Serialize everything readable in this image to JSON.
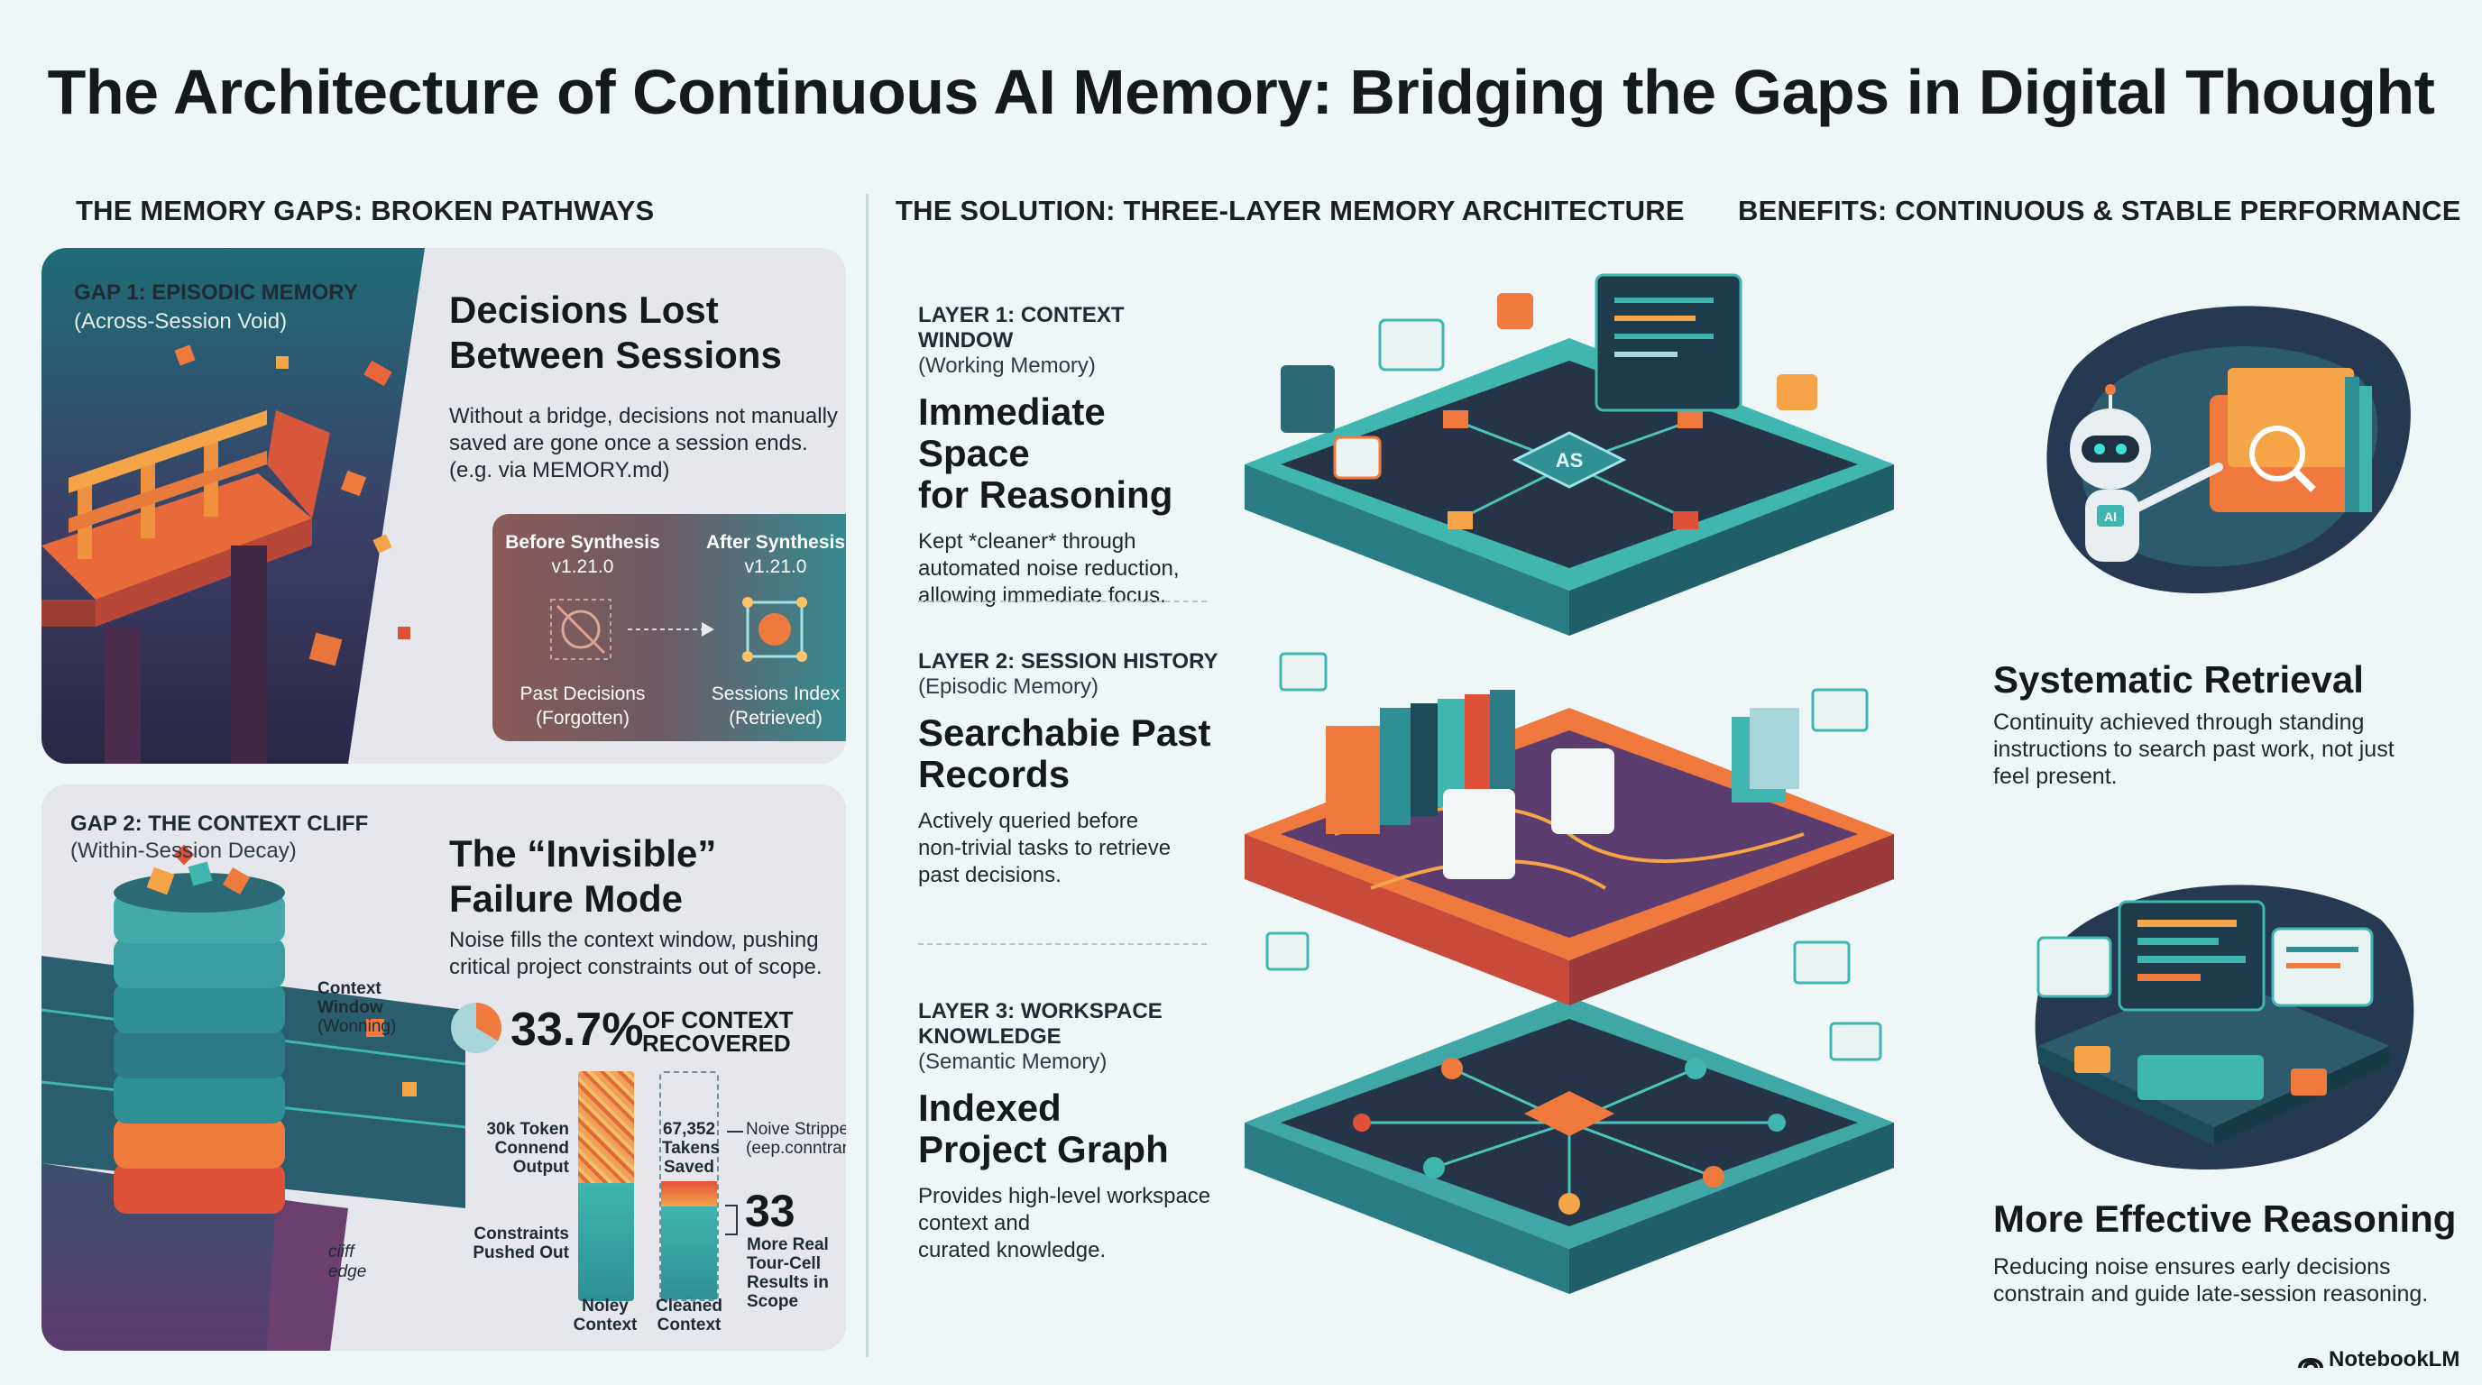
{
  "title": "The Architecture of Continuous AI Memory: Bridging the Gaps in Digital Thought",
  "sections": {
    "gaps": "THE MEMORY GAPS: BROKEN PATHWAYS",
    "solution": "THE SOLUTION: THREE-LAYER MEMORY ARCHITECTURE",
    "benefits": "BENEFITS: CONTINUOUS & STABLE PERFORMANCE"
  },
  "gap1": {
    "label": "GAP 1: EPISODIC MEMORY",
    "sub": "(Across-Session Void)",
    "title_l1": "Decisions Lost",
    "title_l2": "Between Sessions",
    "body_l1": "Without a bridge, decisions not manually",
    "body_l2": "saved are gone once a session ends.",
    "body_l3": "(e.g. via MEMORY.md)",
    "before_title": "Before Synthesis",
    "before_version": "v1.21.0",
    "before_caption_l1": "Past Decisions",
    "before_caption_l2": "(Forgotten)",
    "after_title": "After Synthesis",
    "after_version": "v1.21.0",
    "after_caption_l1": "Sessions Index",
    "after_caption_l2": "(Retrieved)"
  },
  "gap2": {
    "label": "GAP 2: THE CONTEXT CLIFF",
    "sub": "(Within-Session Decay)",
    "title_l1": "The “Invisible”",
    "title_l2": "Failure Mode",
    "body_l1": "Noise fills the context window, pushing",
    "body_l2": "critical project constraints out of scope.",
    "stack_label_l1": "Context",
    "stack_label_l2": "Window",
    "stack_label_l3": "(Wonning)",
    "cliff_label_l1": "ciiff",
    "cliff_label_l2": "edge",
    "stat_value": "33.7%",
    "stat_label_l1": "OF CONTEXT",
    "stat_label_l2": "RECOVERED",
    "stat_fraction": 0.337,
    "noisy_top_l1": "30k Token",
    "noisy_top_l2": "Connend",
    "noisy_top_l3": "Output",
    "noisy_bottom_l1": "Constraints",
    "noisy_bottom_l2": "Pushed Out",
    "saved_l1": "67,352",
    "saved_l2": "Takens",
    "saved_l3": "Saved",
    "stripped_l1": "Noive Stripped",
    "stripped_l2": "(eep.conntrands)",
    "more_value": "33",
    "more_l1": "More Real",
    "more_l2": "Tour-Cell",
    "more_l3": "Results in Scope",
    "bar1_l1": "Noley",
    "bar1_l2": "Context",
    "bar2_l1": "Cleaned",
    "bar2_l2": "Context"
  },
  "layers": [
    {
      "label": "LAYER 1: CONTEXT WINDOW",
      "sub": "(Working Memory)",
      "title_l1": "Immediate Space",
      "title_l2": "for Reasoning",
      "body_l1": "Kept *cleaner* through",
      "body_l2": "automated noise reduction,",
      "body_l3": "allowing immediate focus."
    },
    {
      "label": "LAYER 2: SESSION HISTORY",
      "sub": "(Episodic Memory)",
      "title_l1": "Searchabie Past",
      "title_l2": "Records",
      "body_l1": "Actively queried before",
      "body_l2": "non-trivial tasks to retrieve",
      "body_l3": "past decisions."
    },
    {
      "label": "LAYER 3: WORKSPACE KNOWLEDGE",
      "sub": "(Semantic Memory)",
      "title_l1": "Indexed",
      "title_l2": "Project Graph",
      "body_l1": "Provides high-level workspace",
      "body_l2": "context and",
      "body_l3": "curated knowledge."
    }
  ],
  "layer1_chip": "AS",
  "benefits": [
    {
      "title": "Systematic Retrieval",
      "body_l1": "Continuity achieved through standing",
      "body_l2": "instructions to search past work, not just",
      "body_l3": "feel present."
    },
    {
      "title": "More Effective Reasoning",
      "body_l1": "Reducing noise ensures early decisions",
      "body_l2": "constrain and guide late-session reasoning.",
      "body_l3": ""
    }
  ],
  "robot_badge": "AI",
  "brand": "NotebookLM",
  "colors": {
    "teal": "#2e8f95",
    "dark_teal": "#1d4a57",
    "orange": "#f07a3e",
    "red_orange": "#e0513a",
    "purple": "#5b3c6e",
    "slate": "#2b3542",
    "card_bg": "#e6e7ec"
  }
}
